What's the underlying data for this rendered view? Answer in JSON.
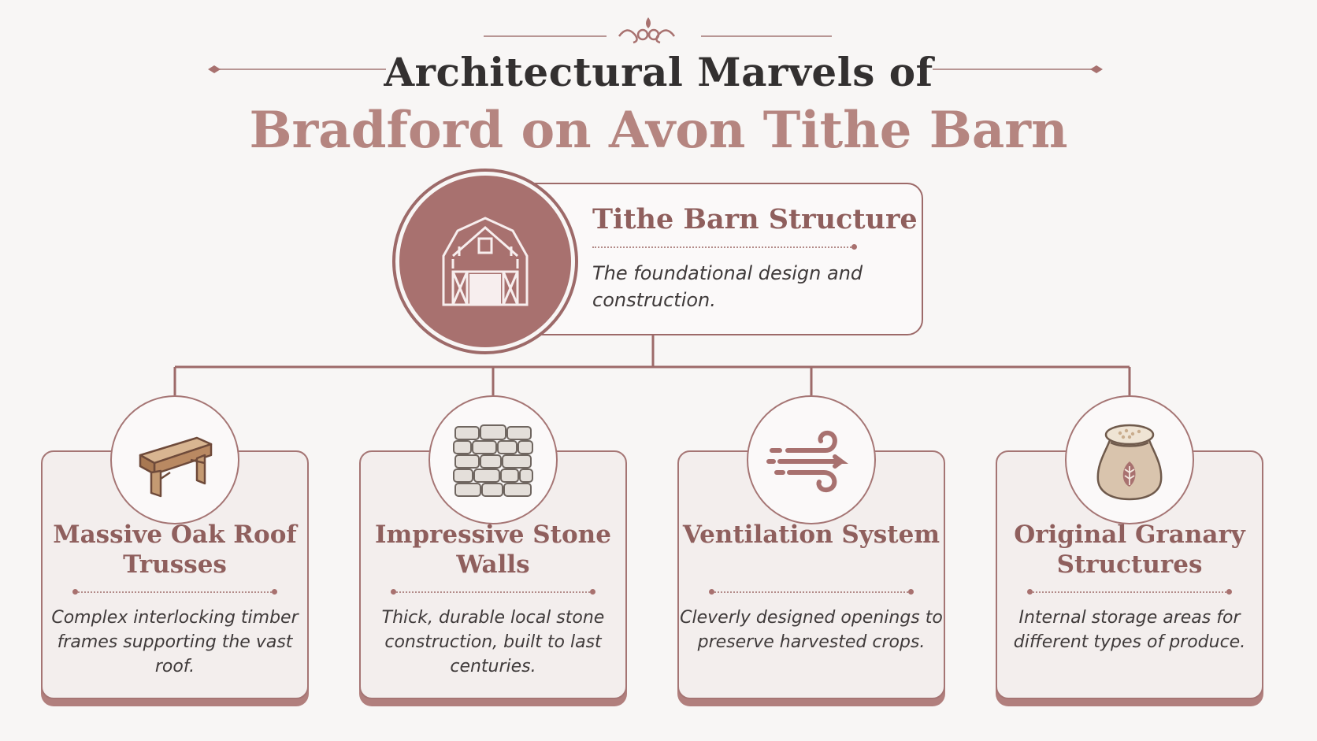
{
  "title": {
    "line1": "Architectural Marvels of",
    "line2": "Bradford on Avon Tithe Barn"
  },
  "root": {
    "title": "Tithe Barn Structure",
    "description": "The foundational design and construction.",
    "icon": "barn-icon"
  },
  "cards": [
    {
      "title": "Massive Oak Roof Trusses",
      "description": "Complex interlocking timber frames supporting the vast roof.",
      "icon": "timber-beam-icon"
    },
    {
      "title": "Impressive Stone Walls",
      "description": "Thick, durable local stone construction, built to last centuries.",
      "icon": "stone-wall-icon"
    },
    {
      "title": "Ventilation System",
      "description": "Cleverly designed openings to preserve harvested crops.",
      "icon": "wind-icon"
    },
    {
      "title": "Original Granary Structures",
      "description": "Internal storage areas for different types of produce.",
      "icon": "grain-sack-icon"
    }
  ],
  "colors": {
    "accent": "#a8716f",
    "title_dark": "#333030",
    "title_rose": "#b58580",
    "card_background": "#f3eeed"
  }
}
